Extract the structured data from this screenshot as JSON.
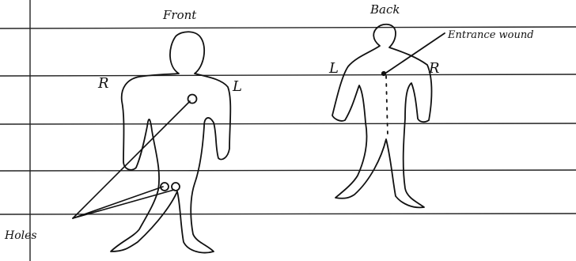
{
  "labels": {
    "front": "Front",
    "back": "Back",
    "front_right": "R",
    "front_left": "L",
    "back_left": "L",
    "back_right": "R",
    "entrance_wound": "Entrance wound",
    "holes": "Holes"
  },
  "colors": {
    "ink": "#111111",
    "rule_line": "#222222",
    "paper": "#ffffff"
  }
}
